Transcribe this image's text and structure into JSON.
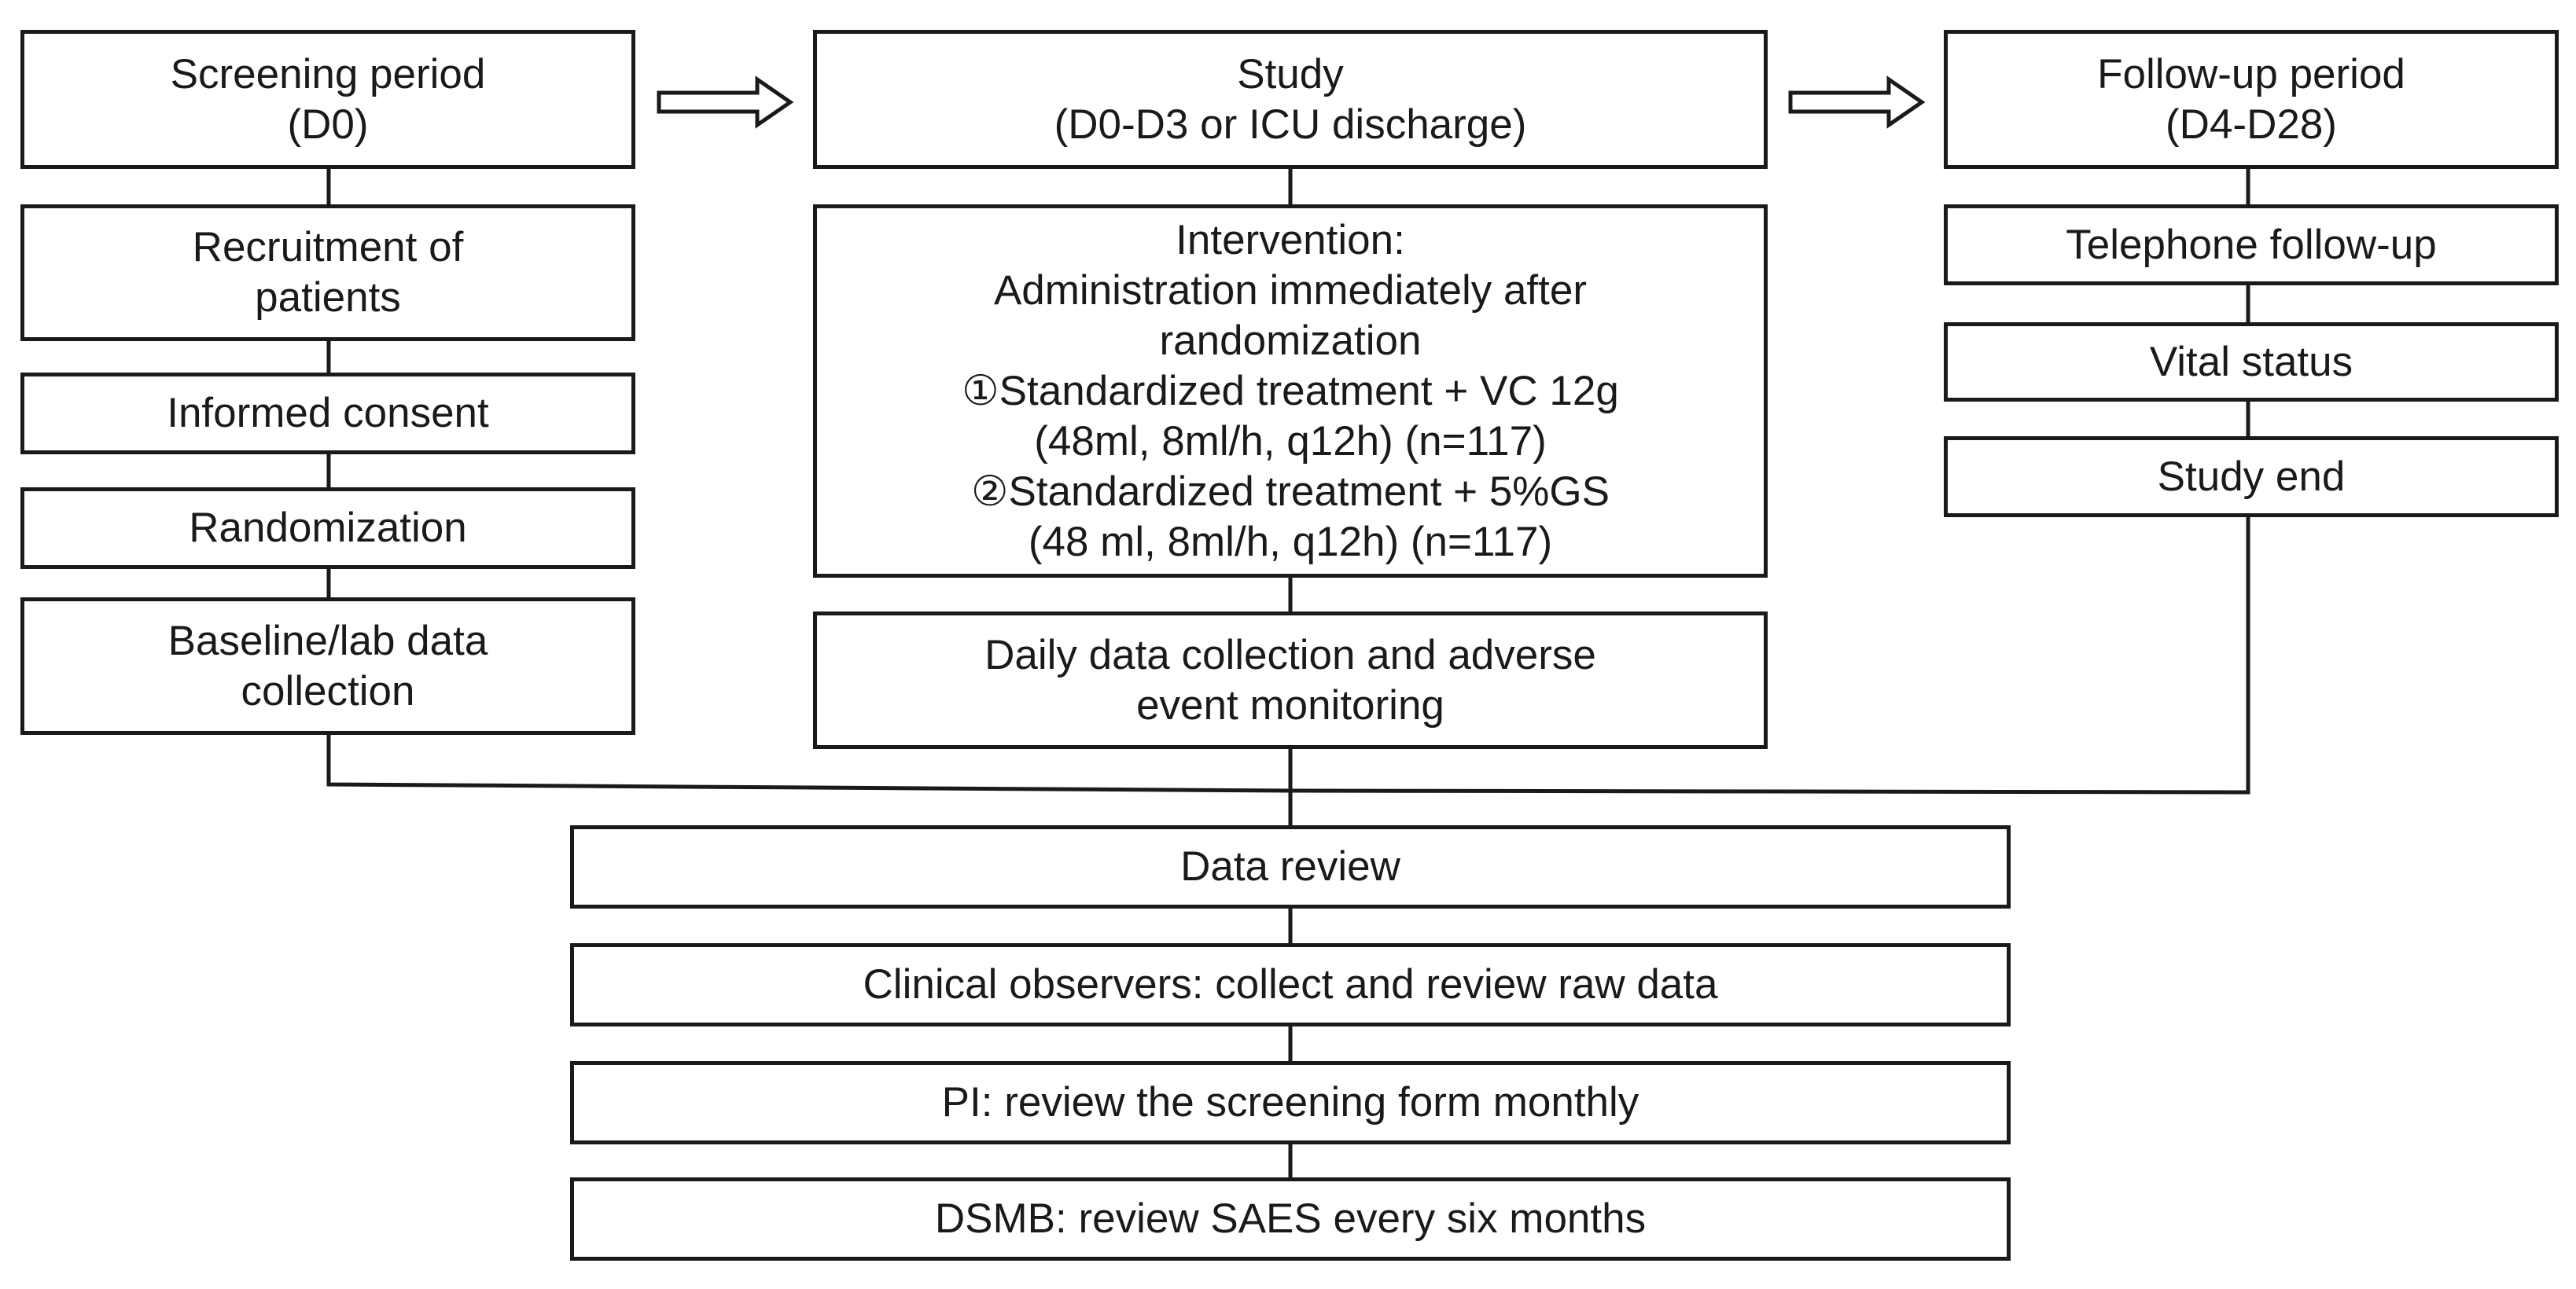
{
  "boxes": {
    "screening_period": "Screening period\n(D0)",
    "recruitment": "Recruitment of\npatients",
    "informed_consent": "Informed consent",
    "randomization": "Randomization",
    "baseline": "Baseline/lab data\ncollection",
    "study": "Study\n(D0-D3 or ICU discharge)",
    "intervention": "Intervention:\nAdministration immediately after\nrandomization\n①Standardized treatment + VC 12g\n(48ml, 8ml/h, q12h) (n=117)\n②Standardized treatment + 5%GS\n(48 ml, 8ml/h, q12h) (n=117)",
    "daily_collection": "Daily data collection and adverse\nevent monitoring",
    "followup_period": "Follow-up period\n(D4-D28)",
    "telephone": "Telephone follow-up",
    "vital_status": "Vital status",
    "study_end": "Study end",
    "data_review": "Data review",
    "clinical_observers": "Clinical observers: collect and review raw data",
    "pi_review": "PI: review the screening form monthly",
    "dsmb_review": "DSMB: review SAES every six months"
  }
}
